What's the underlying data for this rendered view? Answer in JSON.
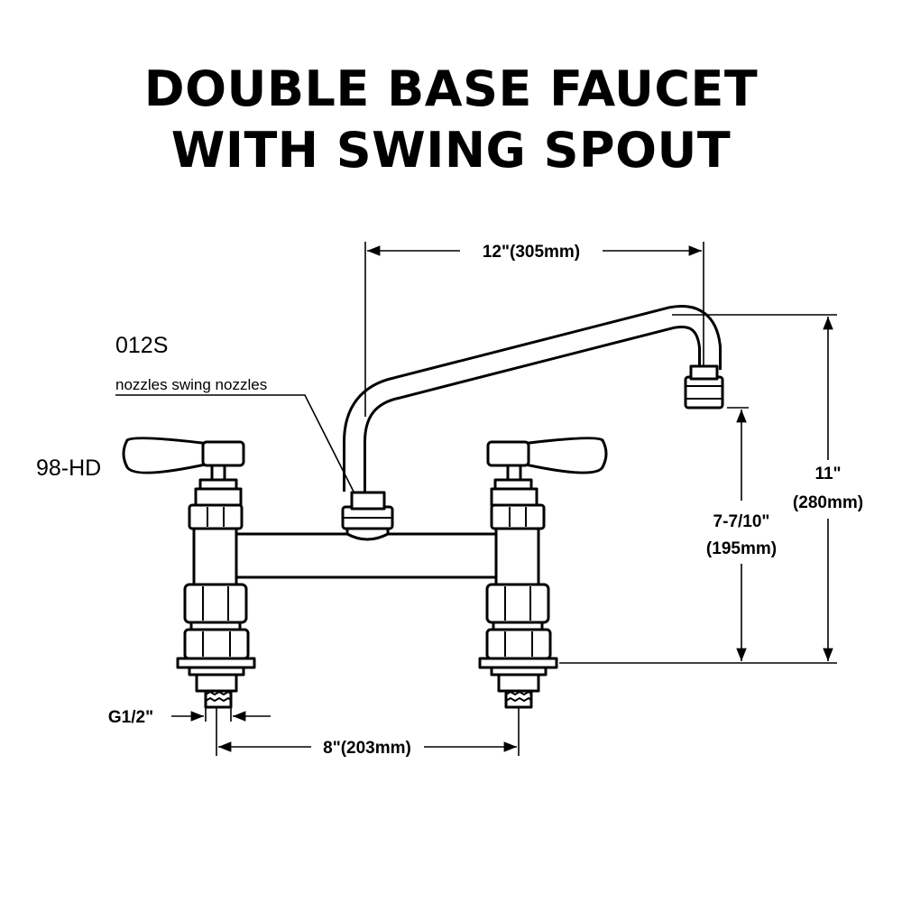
{
  "title": {
    "line1": "DOUBLE BASE FAUCET",
    "line2": "WITH SWING SPOUT"
  },
  "labels": {
    "spout_model": "012S",
    "spout_desc": "nozzles swing nozzles",
    "handle_model": "98-HD",
    "thread": "G1/2\""
  },
  "dimensions": {
    "spout_reach": "12\"(305mm)",
    "center_spacing": "8\"(203mm)",
    "total_height_in": "11\"",
    "total_height_mm": "(280mm)",
    "spout_height_in": "7-7/10\"",
    "spout_height_mm": "(195mm)"
  }
}
